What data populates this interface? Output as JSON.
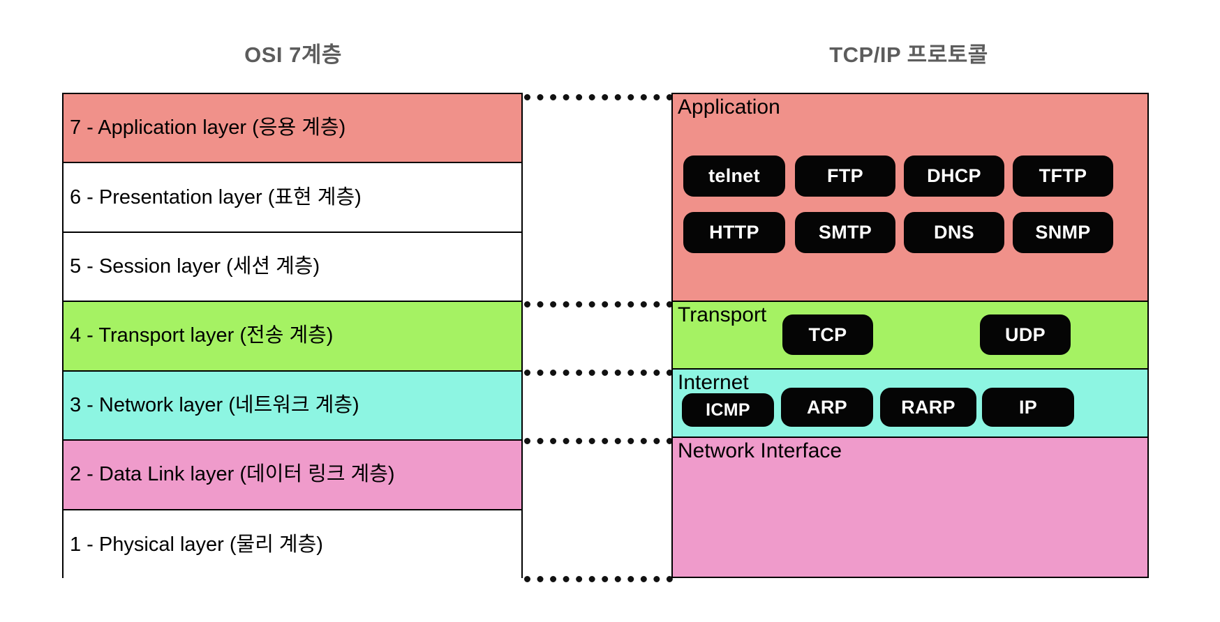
{
  "diagram": {
    "title_left": "OSI 7계층",
    "title_right": "TCP/IP 프로토콜"
  },
  "colors": {
    "application": "#f0918a",
    "transport": "#a5f263",
    "internet": "#8df5e2",
    "datalink": "#ef9bcb",
    "plain": "#ffffff",
    "title_text": "#5c5c5c",
    "badge_bg": "#050505",
    "badge_text": "#ffffff",
    "border": "#000000"
  },
  "osi": {
    "column_title": "OSI 7계층",
    "layers": [
      {
        "number": "7",
        "label": "7 - Application layer (응용 계층)",
        "color": "#f0918a"
      },
      {
        "number": "6",
        "label": "6 - Presentation layer (표현 계층)",
        "color": "#ffffff"
      },
      {
        "number": "5",
        "label": "5 - Session layer (세션 계층)",
        "color": "#ffffff"
      },
      {
        "number": "4",
        "label": "4 - Transport layer (전송 계층)",
        "color": "#a5f263"
      },
      {
        "number": "3",
        "label": "3 - Network layer (네트워크 계층)",
        "color": "#8df5e2"
      },
      {
        "number": "2",
        "label": "2 - Data Link layer (데이터 링크 계층)",
        "color": "#ef9bcb"
      },
      {
        "number": "1",
        "label": "1 - Physical layer (물리 계층)",
        "color": "#ffffff"
      }
    ]
  },
  "tcpip": {
    "column_title": "TCP/IP 프로토콜",
    "layers": [
      {
        "name": "Application",
        "color": "#f0918a",
        "protocols_row1": [
          "telnet",
          "FTP",
          "DHCP",
          "TFTP"
        ],
        "protocols_row2": [
          "HTTP",
          "SMTP",
          "DNS",
          "SNMP"
        ]
      },
      {
        "name": "Transport",
        "color": "#a5f263",
        "protocols": [
          "TCP",
          "UDP"
        ]
      },
      {
        "name": "Internet",
        "color": "#8df5e2",
        "protocols": [
          "ICMP",
          "ARP",
          "RARP",
          "IP"
        ]
      },
      {
        "name": "Network Interface",
        "color": "#ef9bcb",
        "protocols": []
      }
    ]
  },
  "connectors": {
    "style": "dotted",
    "count": 5,
    "description": "dotted lines linking OSI layer groups to TCP/IP layers"
  }
}
